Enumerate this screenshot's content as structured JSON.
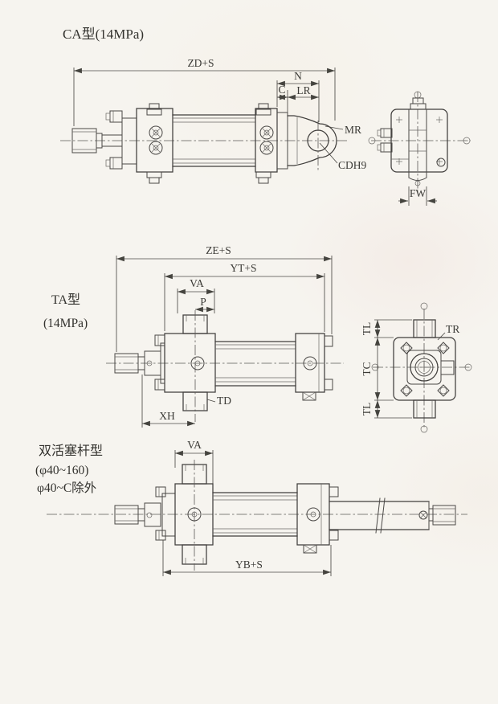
{
  "palette": {
    "ink": "#4a4846",
    "paper": "#f6f4ef"
  },
  "ca": {
    "title": "CA型(14MPa)",
    "dim_zd": "ZD+S",
    "dim_n": "N",
    "dim_c": "C",
    "dim_lr": "LR",
    "label_mr": "MR",
    "label_cd": "CDH9",
    "dim_fw": "FW"
  },
  "ta": {
    "title": "TA型",
    "pressure": "(14MPa)",
    "dim_ze": "ZE+S",
    "dim_yt": "YT+S",
    "dim_va": "VA",
    "dim_p": "P",
    "dim_xh": "XH",
    "label_td": "TD",
    "dim_tl_top": "TL",
    "dim_tc": "TC",
    "dim_tl_bottom": "TL",
    "label_tr": "TR"
  },
  "dr": {
    "title": "双活塞杆型",
    "range": "(φ40~160)",
    "note": "φ40~C除外",
    "dim_va": "VA",
    "dim_yb": "YB+S"
  }
}
